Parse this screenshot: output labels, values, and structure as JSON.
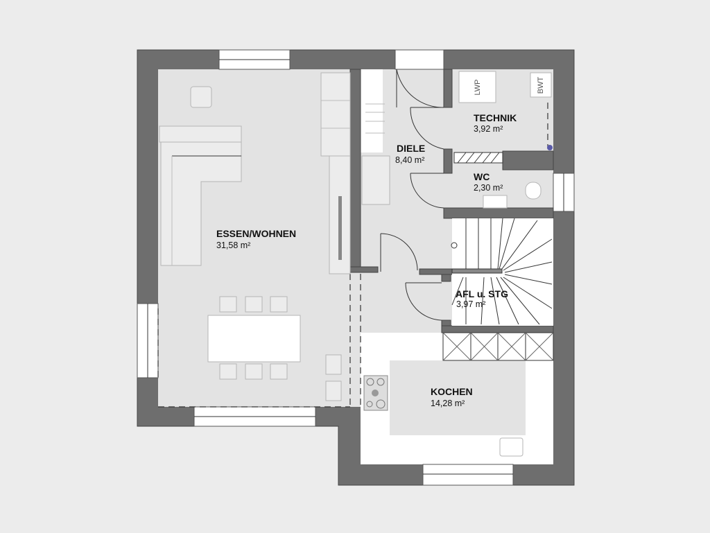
{
  "rooms": {
    "essen": {
      "name": "ESSEN/WOHNEN",
      "area": "31,58 m²"
    },
    "diele": {
      "name": "DIELE",
      "area": "8,40 m²"
    },
    "technik": {
      "name": "TECHNIK",
      "area": "3,92 m²"
    },
    "wc": {
      "name": "WC",
      "area": "2,30 m²"
    },
    "stair": {
      "name": "AFL u. STG",
      "area": "3,97 m²"
    },
    "kochen": {
      "name": "KOCHEN",
      "area": "14,28 m²"
    }
  },
  "fixtures": {
    "heat_pump": "LWP",
    "water_softener": "BWT"
  },
  "colors": {
    "wall": "#6e6e6e",
    "floor": "#e3e3e3",
    "background": "#ececec"
  }
}
